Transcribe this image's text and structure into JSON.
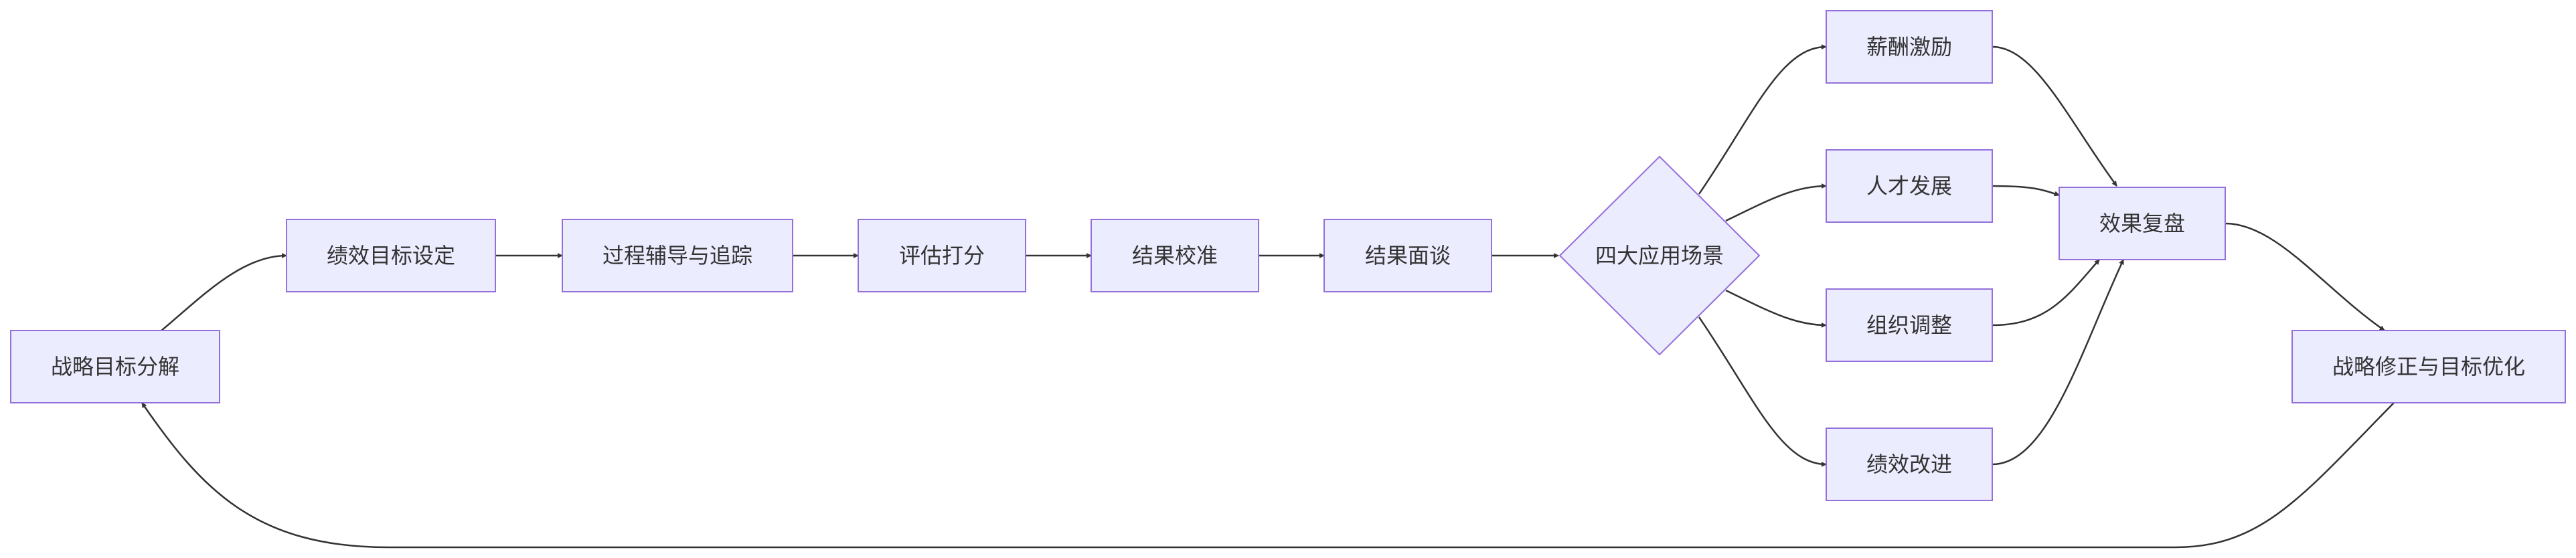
{
  "diagram": {
    "type": "flowchart",
    "colors": {
      "node_fill": "#ECECFF",
      "node_stroke": "#9370DB",
      "edge": "#333333",
      "text": "#333333"
    },
    "nodes": {
      "strategy_decompose": {
        "label": "战略目标分解",
        "shape": "rect"
      },
      "goal_setting": {
        "label": "绩效目标设定",
        "shape": "rect"
      },
      "coaching_tracking": {
        "label": "过程辅导与追踪",
        "shape": "rect"
      },
      "scoring": {
        "label": "评估打分",
        "shape": "rect"
      },
      "calibration": {
        "label": "结果校准",
        "shape": "rect"
      },
      "interview": {
        "label": "结果面谈",
        "shape": "rect"
      },
      "four_scenarios": {
        "label": "四大应用场景",
        "shape": "diamond"
      },
      "compensation": {
        "label": "薪酬激励",
        "shape": "rect"
      },
      "talent_dev": {
        "label": "人才发展",
        "shape": "rect"
      },
      "org_adjust": {
        "label": "组织调整",
        "shape": "rect"
      },
      "perf_improve": {
        "label": "绩效改进",
        "shape": "rect"
      },
      "review": {
        "label": "效果复盘",
        "shape": "rect"
      },
      "strategy_optimize": {
        "label": "战略修正与目标优化",
        "shape": "rect"
      }
    },
    "edges": [
      {
        "from": "strategy_decompose",
        "to": "goal_setting"
      },
      {
        "from": "goal_setting",
        "to": "coaching_tracking"
      },
      {
        "from": "coaching_tracking",
        "to": "scoring"
      },
      {
        "from": "scoring",
        "to": "calibration"
      },
      {
        "from": "calibration",
        "to": "interview"
      },
      {
        "from": "interview",
        "to": "four_scenarios"
      },
      {
        "from": "four_scenarios",
        "to": "compensation"
      },
      {
        "from": "four_scenarios",
        "to": "talent_dev"
      },
      {
        "from": "four_scenarios",
        "to": "org_adjust"
      },
      {
        "from": "four_scenarios",
        "to": "perf_improve"
      },
      {
        "from": "compensation",
        "to": "review"
      },
      {
        "from": "talent_dev",
        "to": "review"
      },
      {
        "from": "org_adjust",
        "to": "review"
      },
      {
        "from": "perf_improve",
        "to": "review"
      },
      {
        "from": "review",
        "to": "strategy_optimize"
      },
      {
        "from": "strategy_optimize",
        "to": "strategy_decompose"
      }
    ]
  }
}
